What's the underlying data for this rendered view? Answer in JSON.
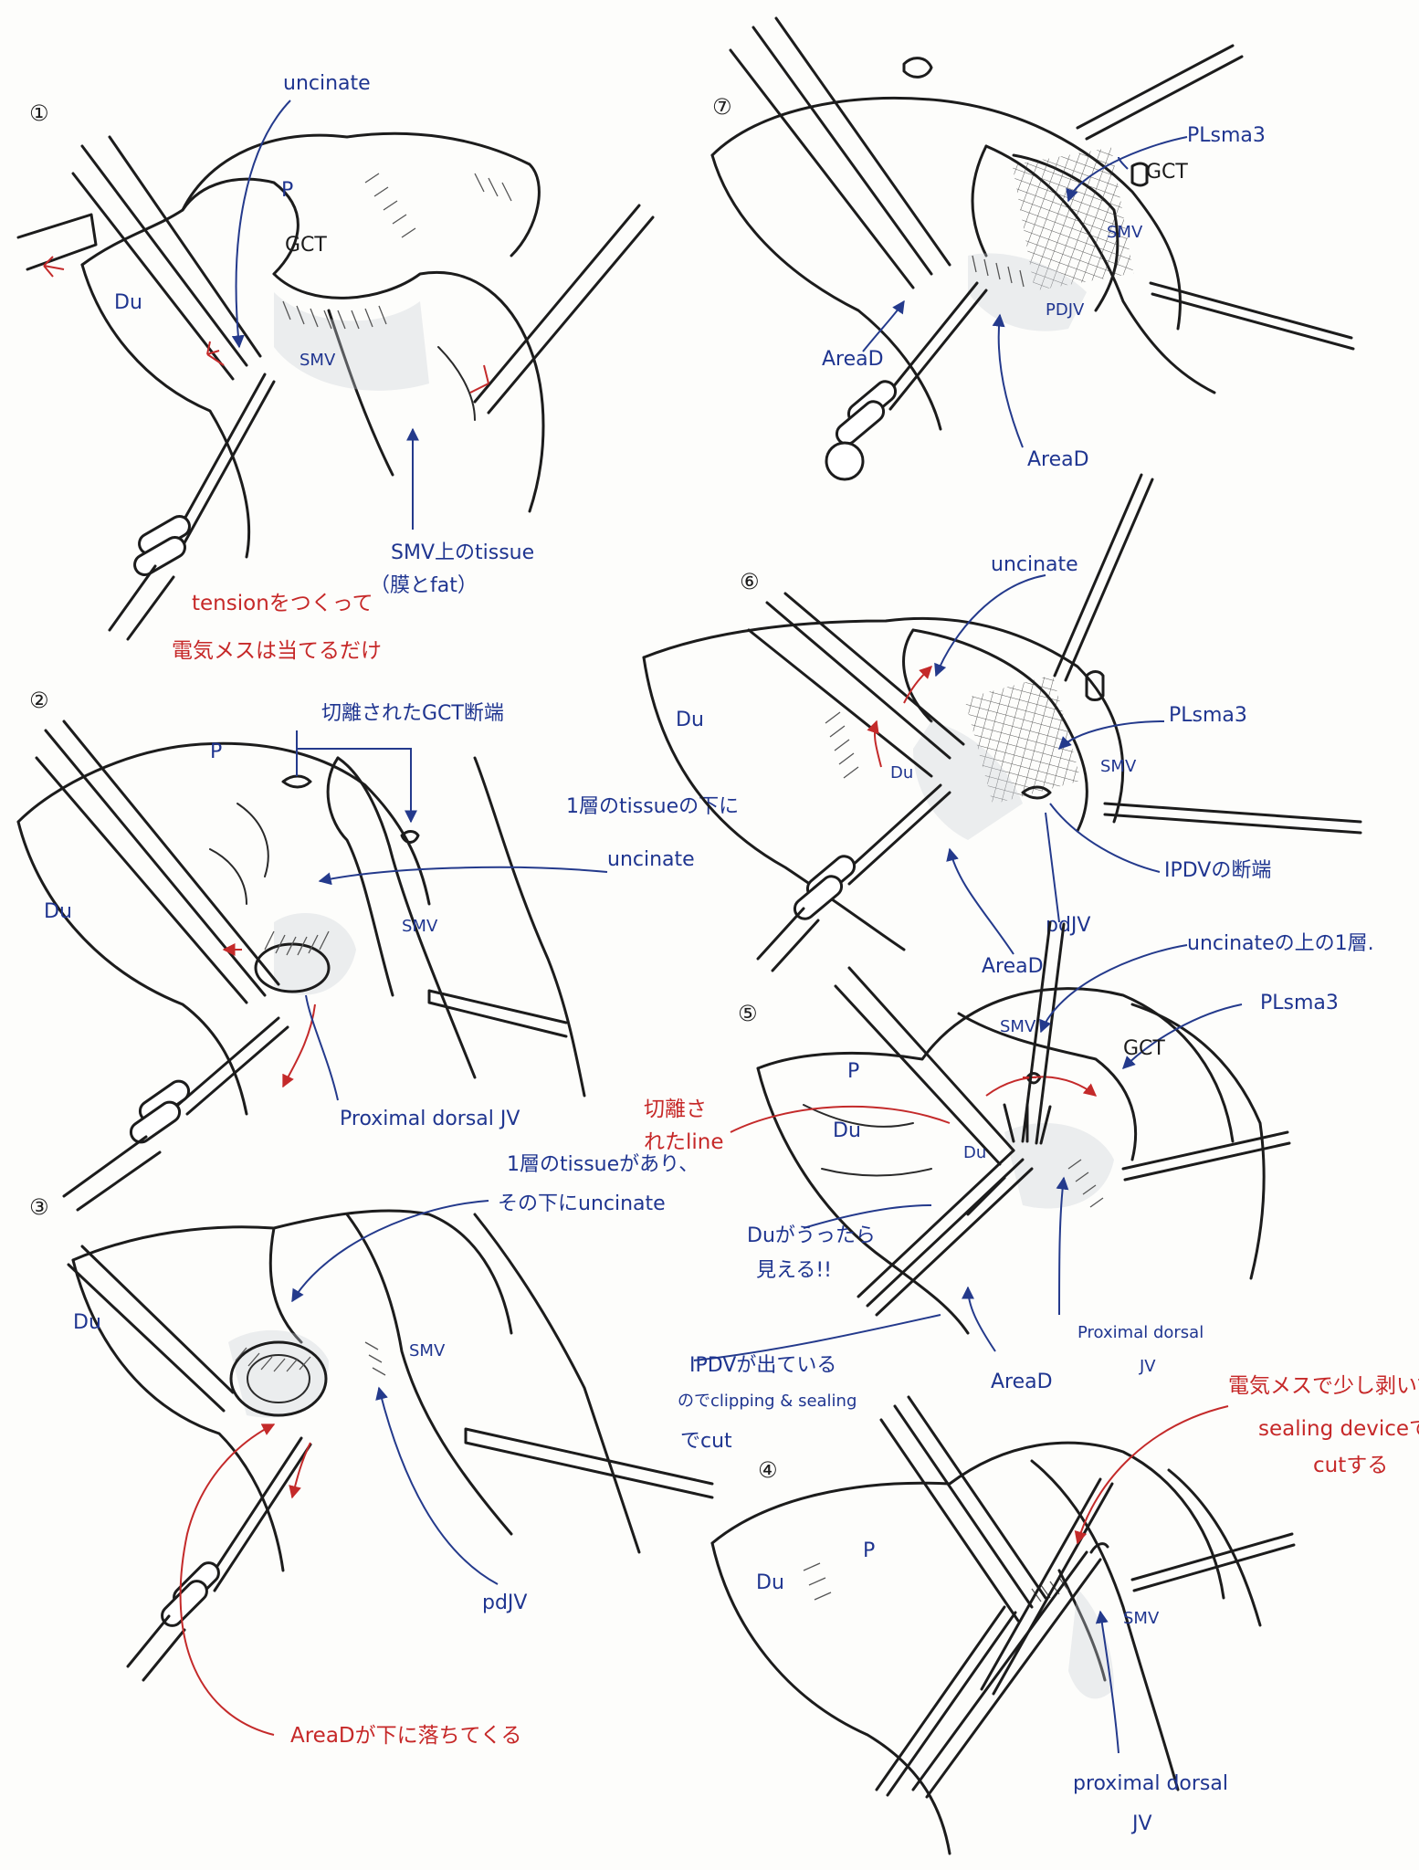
{
  "panels": [
    {
      "number": "①",
      "labels": {
        "uncinate": "uncinate",
        "p": "P",
        "gct": "GCT",
        "du": "Du",
        "smv": "SMV",
        "smv_tissue": "SMV上のtissue",
        "membrane_fat": "（膜とfat）",
        "tension_1": "tensionをつくって",
        "tension_2": "電気メスは当てるだけ"
      }
    },
    {
      "number": "②",
      "labels": {
        "p": "P",
        "gct_cut_end": "切離されたGCT断端",
        "one_layer_below": "1層のtissueの下に",
        "uncinate": "uncinate",
        "du": "Du",
        "smv": "SMV",
        "proximal_dorsal_jv": "Proximal dorsal JV"
      }
    },
    {
      "number": "③",
      "labels": {
        "one_layer_1": "1層のtissueがあり、",
        "one_layer_2": "その下にuncinate",
        "du": "Du",
        "smv": "SMV",
        "pd_jv": "pdJV",
        "aread_falls": "AreaDが下に落ちてくる"
      }
    },
    {
      "number": "④",
      "labels": {
        "p": "P",
        "du": "Du",
        "smv": "SMV",
        "proximal_dorsal_1": "proximal dorsal",
        "proximal_dorsal_2": "JV",
        "cut_note_1": "電気メスで少し剥いてから",
        "cut_note_2": "sealing deviceで",
        "cut_note_3": "cutする"
      }
    },
    {
      "number": "⑤",
      "labels": {
        "uncinate_layer": "uncinateの上の1層.",
        "pl_sma3": "PLsma3",
        "smv": "SMV",
        "gct": "GCT",
        "p": "P",
        "cut_line_1": "切離さ",
        "cut_line_2": "れたline",
        "du": "Du",
        "du2": "Du",
        "du_flip_1": "Duがうったら",
        "du_flip_2": "見える!!",
        "ipdv_1": "IPDVが出ている",
        "ipdv_2": "のでclipping & sealing",
        "ipdv_3": "でcut",
        "aread": "AreaD",
        "proximal_dorsal_1": "Proximal dorsal",
        "proximal_dorsal_2": "JV"
      }
    },
    {
      "number": "⑥",
      "labels": {
        "uncinate": "uncinate",
        "du": "Du",
        "du2": "Du",
        "pl_sma3": "PLsma3",
        "smv": "SMV",
        "ipdv_end": "IPDVの断端",
        "pd_jv": "pdJV",
        "aread": "AreaD"
      }
    },
    {
      "number": "⑦",
      "labels": {
        "pl_sma3": "PLsma3",
        "gct": "GCT",
        "smv": "SMV",
        "pdjv": "PDJV",
        "aread_a": "AreaD",
        "aread_b": "AreaD"
      }
    }
  ],
  "colors": {
    "ink": "#1c1c1c",
    "annotation_blue": "#1f3590",
    "annotation_red": "#c62828"
  }
}
